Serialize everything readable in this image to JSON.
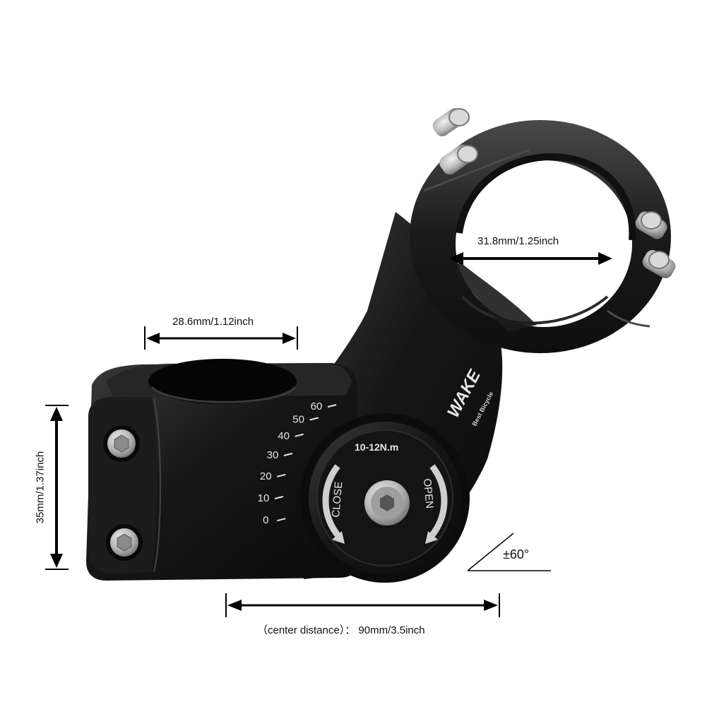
{
  "dimensions": {
    "handlebar_clamp": "31.8mm/1.25inch",
    "steerer_clamp": "28.6mm/1.12inch",
    "stack_height": "35mm/1.37inch",
    "angle": "±60°",
    "center_distance": "（center distance）： 90mm/3.5inch"
  },
  "product": {
    "brand": "WAKE",
    "tagline": "Best Bicycle",
    "torque": "10-12N.m",
    "close_label": "CLOSE",
    "open_label": "OPEN",
    "scale": [
      "0",
      "10",
      "20",
      "30",
      "40",
      "50",
      "60"
    ]
  },
  "colors": {
    "stem_body": "#151515",
    "stem_highlight": "#3a3a3a",
    "bolt": "#b8b8b8",
    "dimension_line": "#000000",
    "background": "#ffffff"
  }
}
